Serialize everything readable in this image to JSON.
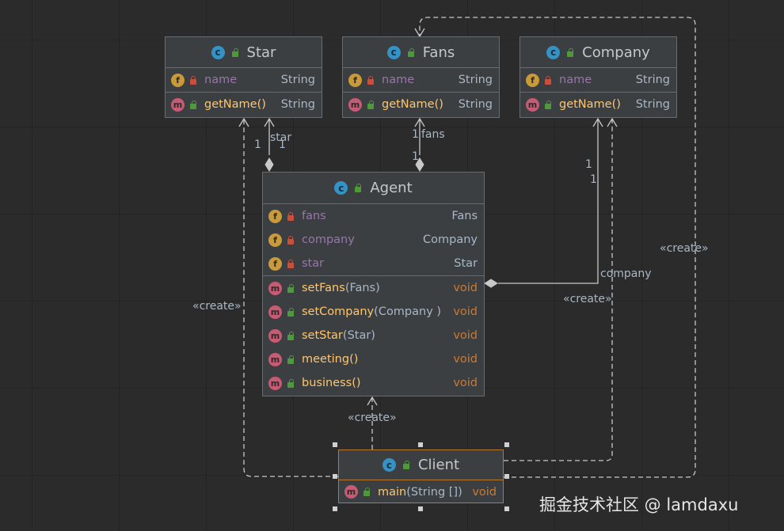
{
  "classes": {
    "star": {
      "name": "Star",
      "fields": [
        {
          "name": "name",
          "type": "String"
        }
      ],
      "methods": [
        {
          "name": "getName",
          "params": " ()",
          "type": "String"
        }
      ]
    },
    "fans": {
      "name": "Fans",
      "fields": [
        {
          "name": "name",
          "type": "String"
        }
      ],
      "methods": [
        {
          "name": "getName",
          "params": " ()",
          "type": "String"
        }
      ]
    },
    "company": {
      "name": "Company",
      "fields": [
        {
          "name": "name",
          "type": "String"
        }
      ],
      "methods": [
        {
          "name": "getName",
          "params": " ()",
          "type": "String"
        }
      ]
    },
    "agent": {
      "name": "Agent",
      "fields": [
        {
          "name": "fans",
          "type": "Fans"
        },
        {
          "name": "company",
          "type": "Company"
        },
        {
          "name": "star",
          "type": "Star"
        }
      ],
      "methods": [
        {
          "name": "setFans",
          "params": "(Fans)",
          "type": "void"
        },
        {
          "name": "setCompany",
          "params": " (Company )",
          "type": "void"
        },
        {
          "name": "setStar",
          "params": "(Star)",
          "type": "void"
        },
        {
          "name": "meeting",
          "params": " ()",
          "type": "void"
        },
        {
          "name": "business",
          "params": " ()",
          "type": "void"
        }
      ]
    },
    "client": {
      "name": "Client",
      "methods": [
        {
          "name": "main",
          "params": " (String [])",
          "type": "void"
        }
      ]
    }
  },
  "edges": {
    "star_role": "star",
    "star_mult_a": "1",
    "star_mult_b": "1",
    "fans_role": "fans",
    "fans_mult_a": "1",
    "fans_mult_b": "1",
    "company_role": "company",
    "company_mult_a": "1",
    "company_mult_b": "1",
    "create": "«create»"
  },
  "badges": {
    "class": "c",
    "field": "f",
    "method": "m"
  },
  "watermark": "掘金技术社区 @ lamdaxu"
}
